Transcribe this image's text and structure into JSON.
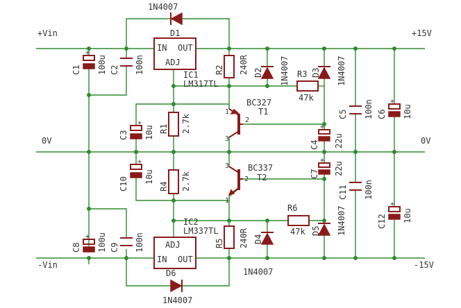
{
  "rails": {
    "pos_in": "+Vin",
    "pos_out": "+15V",
    "gnd_left": "0V",
    "gnd_right": "0V",
    "neg_in": "-Vin",
    "neg_out": "-15V"
  },
  "ic1": {
    "name": "IC1",
    "part": "LM317TL",
    "pin_in": "IN",
    "pin_out": "OUT",
    "pin_adj": "ADJ"
  },
  "ic2": {
    "name": "IC2",
    "part": "LM337TL",
    "pin_in": "IN",
    "pin_out": "OUT",
    "pin_adj": "ADJ"
  },
  "diodes": {
    "d1": {
      "name": "D1",
      "part": "1N4007"
    },
    "d2": {
      "name": "D2",
      "part": "1N4007"
    },
    "d3": {
      "name": "D3",
      "part": "1N4007"
    },
    "d4": {
      "name": "D4",
      "part": "1N4007"
    },
    "d5": {
      "name": "D5",
      "part": "1N4007"
    },
    "d6": {
      "name": "D6",
      "part": "1N4007"
    }
  },
  "capacitors": {
    "c1": {
      "name": "C1",
      "value": "100u"
    },
    "c2": {
      "name": "C2",
      "value": "100n"
    },
    "c3": {
      "name": "C3",
      "value": "10u"
    },
    "c4": {
      "name": "C4",
      "value": "22u"
    },
    "c5": {
      "name": "C5",
      "value": "100n"
    },
    "c6": {
      "name": "C6",
      "value": "10u"
    },
    "c7": {
      "name": "C7",
      "value": "22u"
    },
    "c8": {
      "name": "C8",
      "value": "100u"
    },
    "c9": {
      "name": "C9",
      "value": "100n"
    },
    "c10": {
      "name": "C10",
      "value": "10u"
    },
    "c11": {
      "name": "C11",
      "value": "100n"
    },
    "c12": {
      "name": "C12",
      "value": "10u"
    }
  },
  "resistors": {
    "r1": {
      "name": "R1",
      "value": "2.7k"
    },
    "r2": {
      "name": "R2",
      "value": "240R"
    },
    "r3": {
      "name": "R3",
      "value": "47k"
    },
    "r4": {
      "name": "R4",
      "value": "2.7k"
    },
    "r5": {
      "name": "R5",
      "value": "240R"
    },
    "r6": {
      "name": "R6",
      "value": "47k"
    }
  },
  "transistors": {
    "t1": {
      "name": "T1",
      "part": "BC327",
      "pin1": "1",
      "pin2": "2",
      "pin3": "3"
    },
    "t2": {
      "name": "T2",
      "part": "BC337",
      "pin1": "1",
      "pin2": "2",
      "pin3": "3"
    }
  },
  "polarity": "+"
}
